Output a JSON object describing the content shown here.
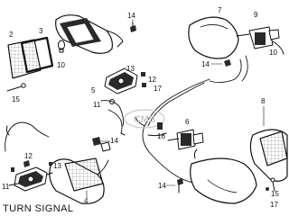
{
  "diagram": {
    "title": "TURN SIGNAL",
    "callouts": {
      "c2": "2",
      "c3": "3",
      "c4": "4",
      "c5": "5",
      "c6": "6",
      "c7": "7",
      "c8": "8",
      "c9": "9",
      "c10a": "10",
      "c10b": "10",
      "c11a": "11",
      "c11b": "11",
      "c12a": "12",
      "c12b": "12",
      "c13a": "13",
      "c13b": "13",
      "c14a": "14",
      "c14b": "14",
      "c14c": "14",
      "c14d": "14",
      "c15a": "15",
      "c15b": "15",
      "c16": "16",
      "c17a": "17",
      "c17b": "17"
    },
    "watermark": "CMS"
  },
  "colors": {
    "ink": "#111111",
    "paper": "#ffffff",
    "shade": "#2a2a2a",
    "hatch": "#888888",
    "watermark": "#c8c8c8"
  }
}
